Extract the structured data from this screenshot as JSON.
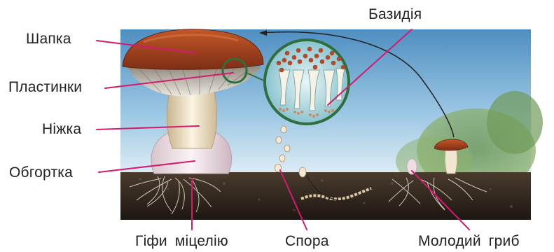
{
  "labels": {
    "cap": "Шапка",
    "gills": "Пластинки",
    "stem": "Ніжка",
    "volva": "Обгортка",
    "hyphae": "Гіфи міцелію",
    "spore": "Спора",
    "young": "Молодий гриб",
    "basidium": "Базидія"
  },
  "colors": {
    "pointer": "#d41a6e",
    "cap": "#a2401d",
    "soil": "#2c231b",
    "sky": "#7fb4d8"
  }
}
